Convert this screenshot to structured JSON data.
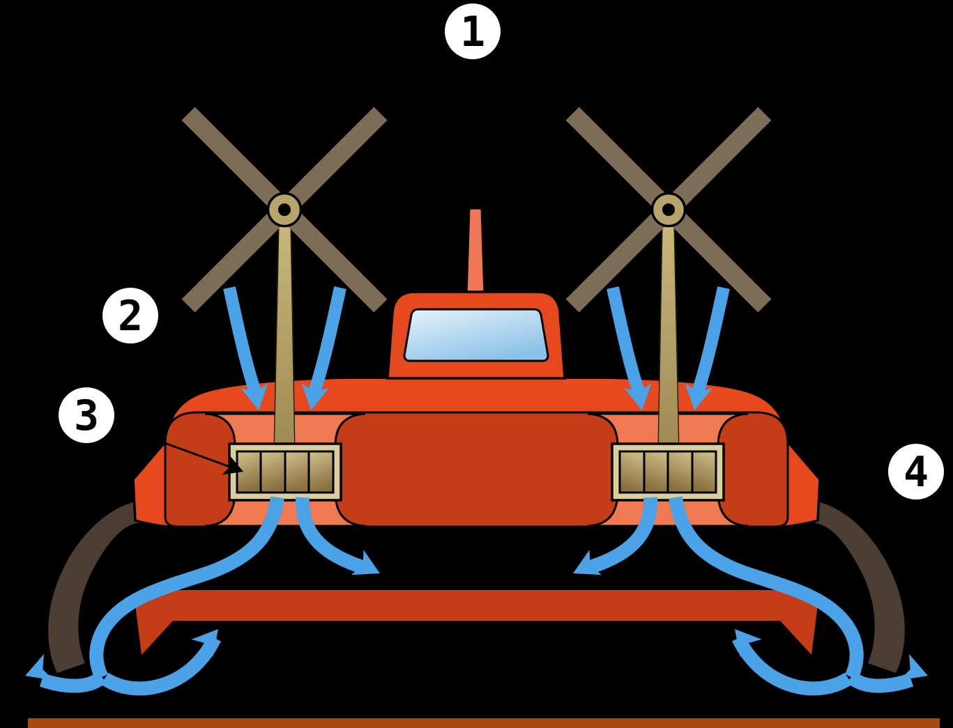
{
  "diagram": {
    "type": "hovercraft-cross-section",
    "labels": [
      {
        "number": "1"
      },
      {
        "number": "2"
      },
      {
        "number": "3"
      },
      {
        "number": "4"
      }
    ],
    "colors": {
      "background": "#000000",
      "ground": "#a6490e",
      "hull": "#e5491d",
      "hull_dark": "#c43d17",
      "duct": "#ef7a52",
      "airflow": "#4ba2e6",
      "skirt": "#4c3e33",
      "propeller_blade": "#7e6d56",
      "propeller_hub": "#b7a46c",
      "fan_frame": "#dccd9c",
      "antenna": "#ee7757",
      "label_bg": "#ffffff",
      "label_text": "#000000"
    }
  }
}
